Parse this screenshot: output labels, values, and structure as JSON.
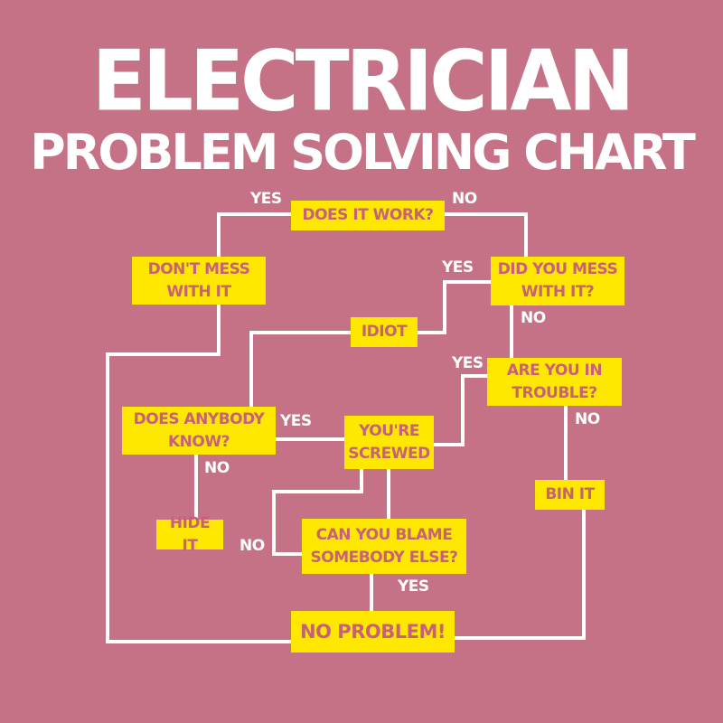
{
  "title": {
    "main": "ELECTRICIAN",
    "sub": "PROBLEM SOLVING CHART"
  },
  "nodes": {
    "does_it_work": "DOES IT WORK?",
    "dont_mess": "DON'T MESS\nWITH IT",
    "did_you_mess": "DID YOU MESS\nWITH IT?",
    "idiot": "IDIOT",
    "are_you_in_trouble": "ARE YOU IN\nTROUBLE?",
    "does_anybody_know": "DOES ANYBODY\nKNOW?",
    "youre_screwed": "YOU'RE\nSCREWED",
    "bin_it": "BIN IT",
    "hide_it": "HIDE IT",
    "can_you_blame": "CAN YOU BLAME\nSOMEBODY ELSE?",
    "no_problem": "NO PROBLEM!"
  },
  "edges": {
    "work_yes": "YES",
    "work_no": "NO",
    "mess_yes": "YES",
    "mess_no": "NO",
    "trouble_yes": "YES",
    "trouble_no": "NO",
    "know_yes": "YES",
    "know_no": "NO",
    "blame_no": "NO",
    "blame_yes": "YES"
  },
  "colors": {
    "background": "#c67286",
    "box": "#ffe800",
    "box_text": "#c8607a",
    "lines": "#ffffff"
  }
}
